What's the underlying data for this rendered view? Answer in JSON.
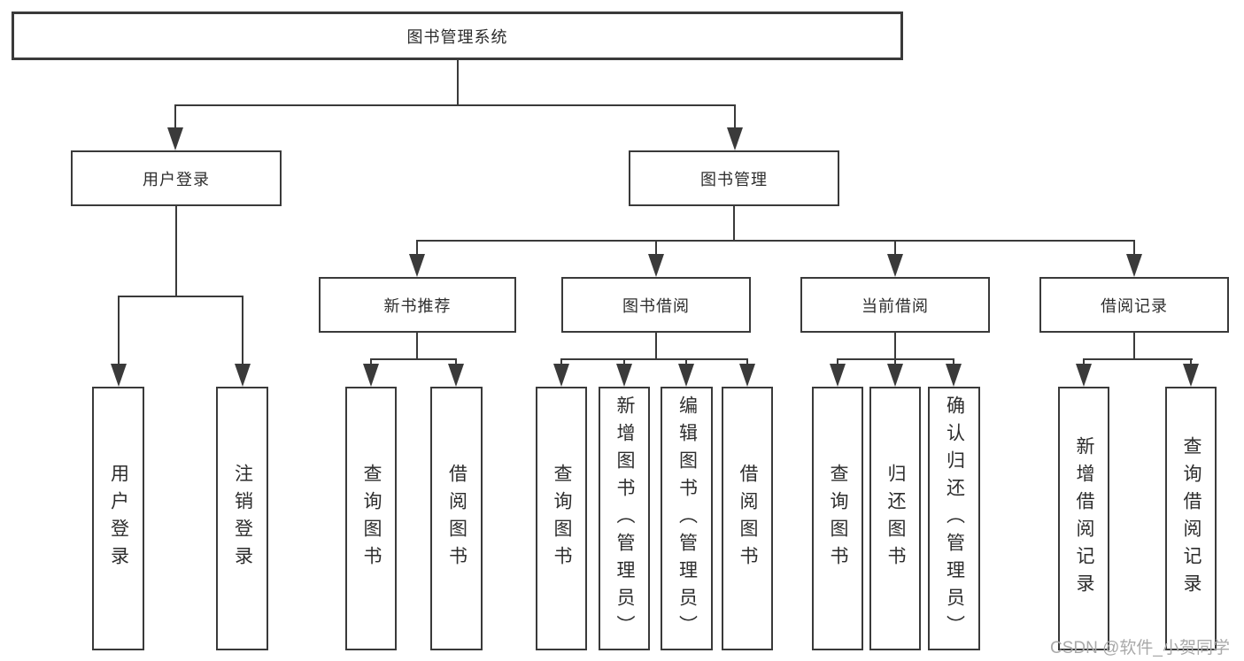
{
  "diagram": {
    "root": {
      "label": "图书管理系统"
    },
    "level2": [
      {
        "label": "用户登录"
      },
      {
        "label": "图书管理"
      }
    ],
    "level3": [
      {
        "label": "新书推荐"
      },
      {
        "label": "图书借阅"
      },
      {
        "label": "当前借阅"
      },
      {
        "label": "借阅记录"
      }
    ],
    "leaves": {
      "user_login": [
        "用户登录",
        "注销登录"
      ],
      "new_book": [
        "查询图书",
        "借阅图书"
      ],
      "book_borrow": [
        "查询图书",
        "新增图书（管理员）",
        "编辑图书（管理员）",
        "借阅图书"
      ],
      "current_borrow": [
        "查询图书",
        "归还图书",
        "确认归还（管理员）"
      ],
      "borrow_record": [
        "新增借阅记录",
        "查询借阅记录"
      ]
    }
  },
  "watermark": {
    "text": "CSDN @软件_小贺同学"
  },
  "colors": {
    "line": "#3a3a3a",
    "text": "#2d2d2d",
    "watermark": "#a9a9a9",
    "background": "#ffffff"
  }
}
